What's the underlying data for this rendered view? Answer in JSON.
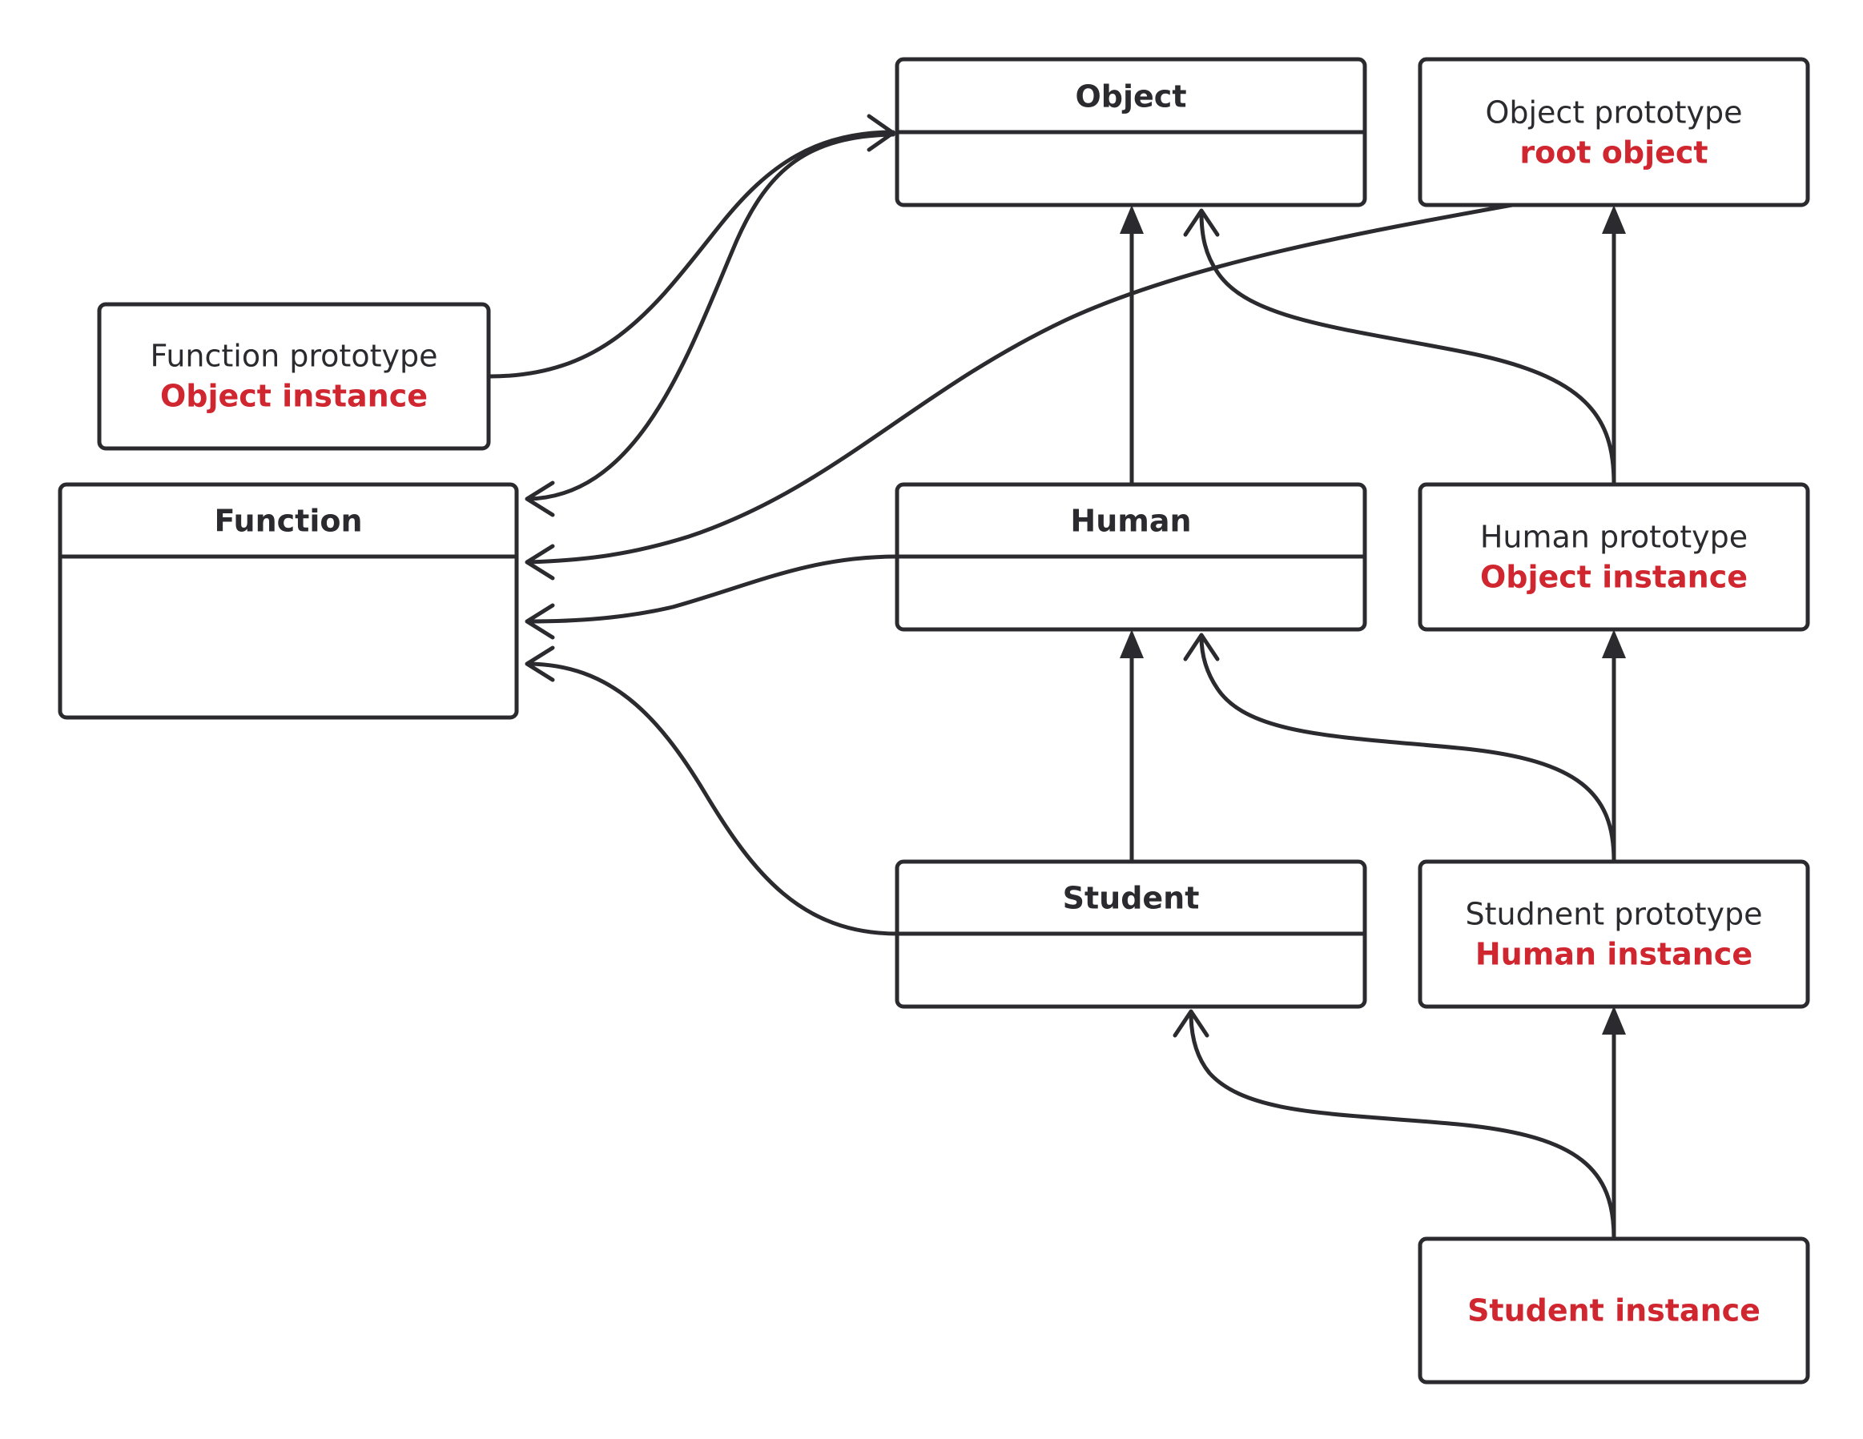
{
  "colors": {
    "line": "#2b2b2f",
    "accent": "#d0262f",
    "background": "#ffffff"
  },
  "classes": {
    "object": "Object",
    "function": "Function",
    "human": "Human",
    "student": "Student"
  },
  "prototypes": {
    "object_proto": {
      "line1": "Object prototype",
      "line2": "root object"
    },
    "function_proto": {
      "line1": "Function prototype",
      "line2": "Object instance"
    },
    "human_proto": {
      "line1": "Human prototype",
      "line2": "Object instance"
    },
    "student_proto": {
      "line1": "Studnent prototype",
      "line2": "Human instance"
    },
    "student_instance": {
      "line1": "Student instance"
    }
  },
  "relations": [
    {
      "from": "function_proto",
      "to": "object",
      "arrow": "open"
    },
    {
      "from": "object",
      "to": "function",
      "arrow": "open"
    },
    {
      "from": "object_proto",
      "to": "function",
      "arrow": "open"
    },
    {
      "from": "human",
      "to": "function",
      "arrow": "open"
    },
    {
      "from": "student",
      "to": "function",
      "arrow": "open"
    },
    {
      "from": "human",
      "to": "object",
      "arrow": "filled"
    },
    {
      "from": "student",
      "to": "human",
      "arrow": "filled"
    },
    {
      "from": "human_proto",
      "to": "object_proto",
      "arrow": "filled"
    },
    {
      "from": "human_proto",
      "to": "object",
      "arrow": "open"
    },
    {
      "from": "student_proto",
      "to": "human_proto",
      "arrow": "filled"
    },
    {
      "from": "student_proto",
      "to": "human",
      "arrow": "open"
    },
    {
      "from": "student_instance",
      "to": "student_proto",
      "arrow": "filled"
    },
    {
      "from": "student_instance",
      "to": "student",
      "arrow": "open"
    }
  ]
}
